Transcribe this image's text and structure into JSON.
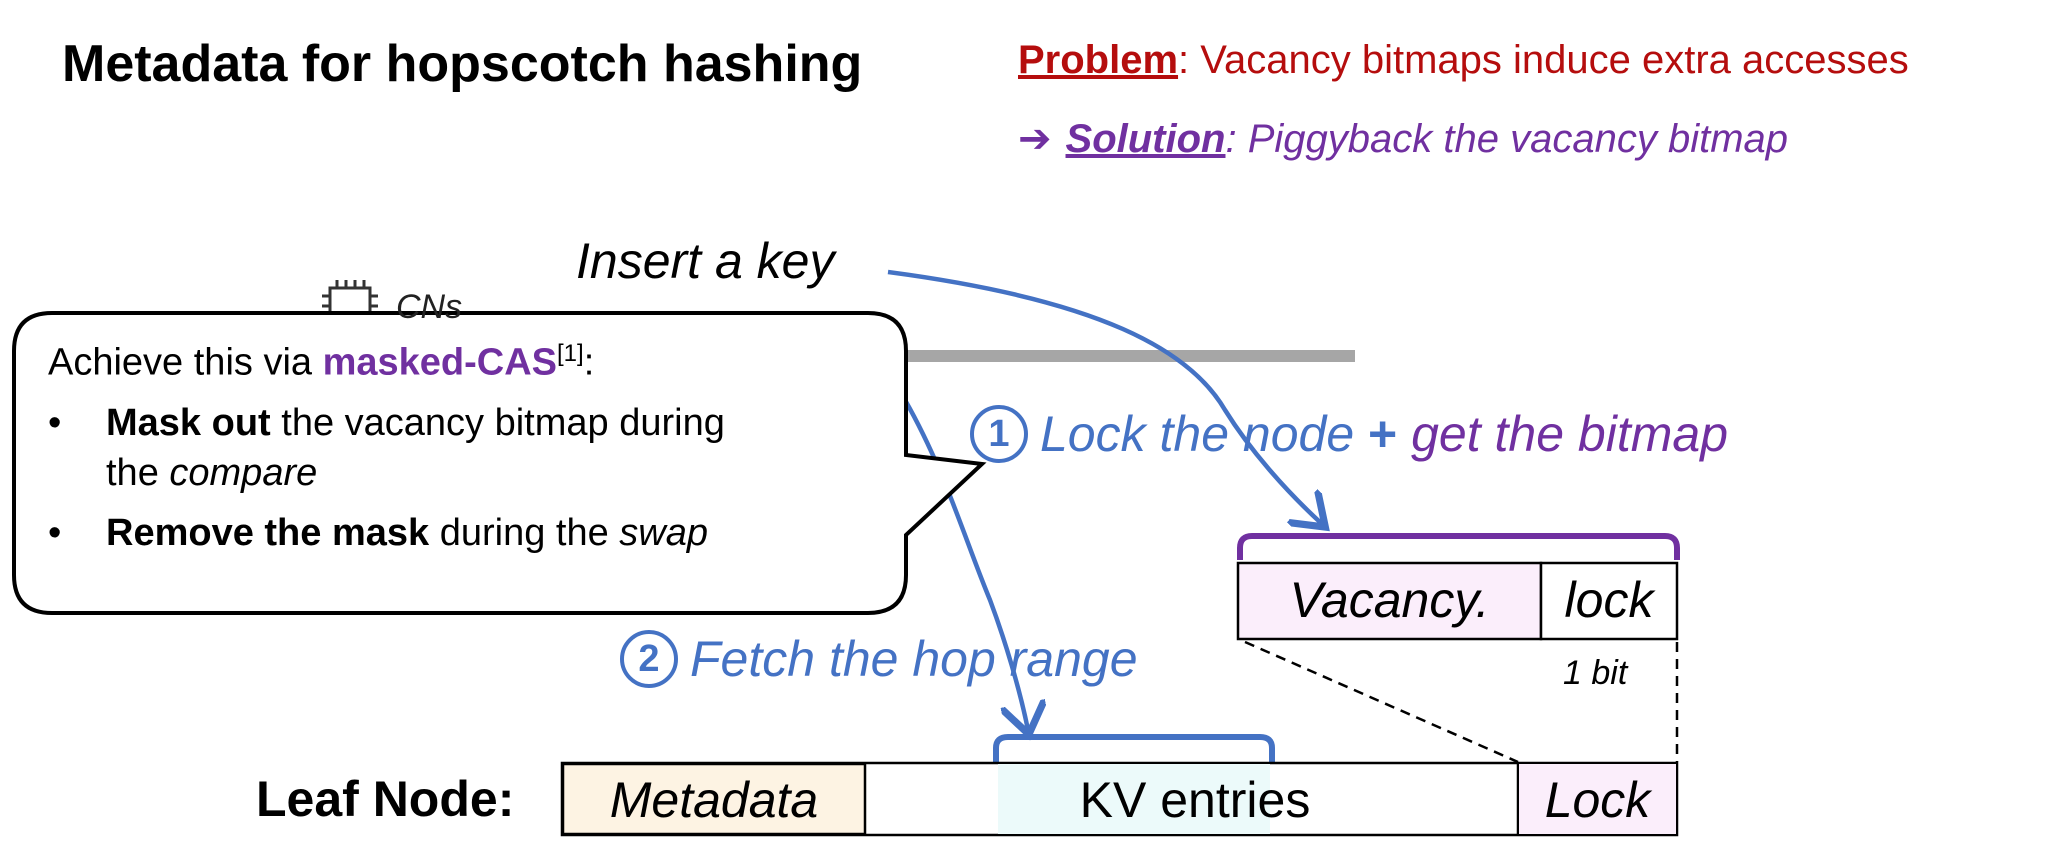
{
  "title": "Metadata for hopscotch hashing",
  "problem": {
    "keyword": "Problem",
    "text": ": Vacancy bitmaps induce extra accesses"
  },
  "solution": {
    "arrow": "➔",
    "keyword": "Solution",
    "text": ": Piggyback the vacancy bitmap"
  },
  "insert_label": "Insert a key",
  "cns_label": "CNs",
  "callout": {
    "intro_prefix": "Achieve this via ",
    "intro_highlight": "masked-CAS",
    "intro_ref": "[1]",
    "intro_suffix": ":",
    "bullet_mark": "•",
    "bullet1": {
      "bold": "Mask out",
      "text": " the vacancy bitmap during",
      "cont_prefix": "the ",
      "cont_italic": "compare"
    },
    "bullet2": {
      "bold": "Remove the mask",
      "text": " during the ",
      "italic": "swap"
    }
  },
  "step1": {
    "number": "1",
    "part1": "Lock the node",
    "plus": " + ",
    "part2": "get the bitmap"
  },
  "step2": {
    "number": "2",
    "text": "Fetch the hop range"
  },
  "metadata_box": {
    "vacancy": "Vacancy.",
    "lock": "lock",
    "bit_label": "1 bit"
  },
  "leaf": {
    "label": "Leaf Node:",
    "metadata": "Metadata",
    "kv_entries": "KV entries",
    "lock": "Lock"
  },
  "colors": {
    "problem_red": "#b50d0d",
    "purple": "#7030a0",
    "step_blue": "#4472c4",
    "metadata_fill": "#fdf3e3",
    "kv_fill": "#ecfafa",
    "lock_fill": "#fbeefb",
    "gray_bar": "#a6a6a6"
  }
}
